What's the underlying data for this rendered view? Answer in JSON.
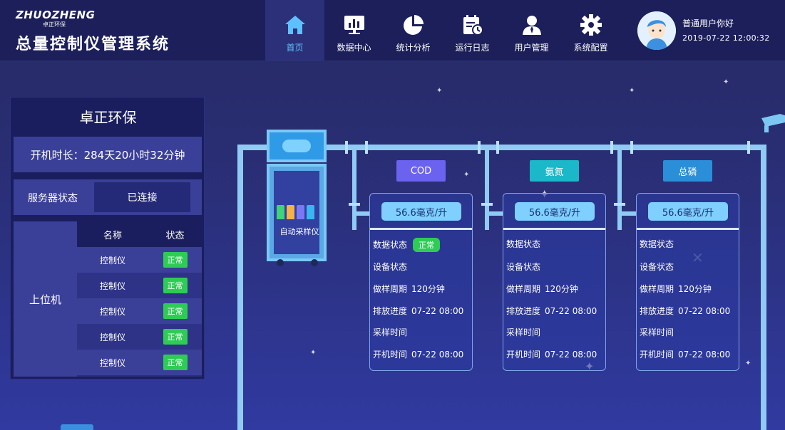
{
  "header": {
    "logo_en": "ZHUOZHENG",
    "logo_cn": "卓正环保",
    "system_title": "总量控制仪管理系统",
    "nav": [
      {
        "label": "首页",
        "icon": "home-icon",
        "active": true
      },
      {
        "label": "数据中心",
        "icon": "chart-board-icon",
        "active": false
      },
      {
        "label": "统计分析",
        "icon": "pie-chart-icon",
        "active": false
      },
      {
        "label": "运行日志",
        "icon": "calendar-clock-icon",
        "active": false
      },
      {
        "label": "用户管理",
        "icon": "user-icon",
        "active": false
      },
      {
        "label": "系统配置",
        "icon": "gear-icon",
        "active": false
      }
    ],
    "user": {
      "greeting": "普通用户你好",
      "datetime": "2019-07-22   12:00:32"
    }
  },
  "left_panel": {
    "company": "卓正环保",
    "uptime": "开机时长：284天20小时32分钟",
    "server_label": "服务器状态",
    "server_value": "已连接",
    "host_label": "上位机",
    "table_headers": [
      "名称",
      "状态"
    ],
    "rows": [
      {
        "name": "控制仪",
        "status": "正常"
      },
      {
        "name": "控制仪",
        "status": "正常"
      },
      {
        "name": "控制仪",
        "status": "正常"
      },
      {
        "name": "控制仪",
        "status": "正常"
      },
      {
        "name": "控制仪",
        "status": "正常"
      }
    ]
  },
  "sampler": {
    "label": "自动采样仪"
  },
  "cards": [
    {
      "tag": "COD",
      "tag_color": "#6b63f0",
      "value": "56.6毫克/升",
      "data_status_label": "数据状态",
      "data_status": "正常",
      "device_status_label": "设备状态",
      "cycle_label": "做样周期",
      "cycle": "120分钟",
      "progress_label": "排放进度",
      "progress": "07-22 08:00",
      "sample_time_label": "采样时间",
      "boot_time_label": "开机时间",
      "boot_time": "07-22 08:00"
    },
    {
      "tag": "氨氮",
      "tag_color": "#1ab8c8",
      "value": "56.6毫克/升",
      "data_status_label": "数据状态",
      "device_status_label": "设备状态",
      "cycle_label": "做样周期",
      "cycle": "120分钟",
      "progress_label": "排放进度",
      "progress": "07-22 08:00",
      "sample_time_label": "采样时间",
      "boot_time_label": "开机时间",
      "boot_time": "07-22 08:00"
    },
    {
      "tag": "总磷",
      "tag_color": "#2a8fd8",
      "value": "56.6毫克/升",
      "data_status_label": "数据状态",
      "device_status_label": "设备状态",
      "cycle_label": "做样周期",
      "cycle": "120分钟",
      "progress_label": "排放进度",
      "progress": "07-22 08:00",
      "sample_time_label": "采样时间",
      "boot_time_label": "开机时间",
      "boot_time": "07-22 08:00"
    }
  ]
}
